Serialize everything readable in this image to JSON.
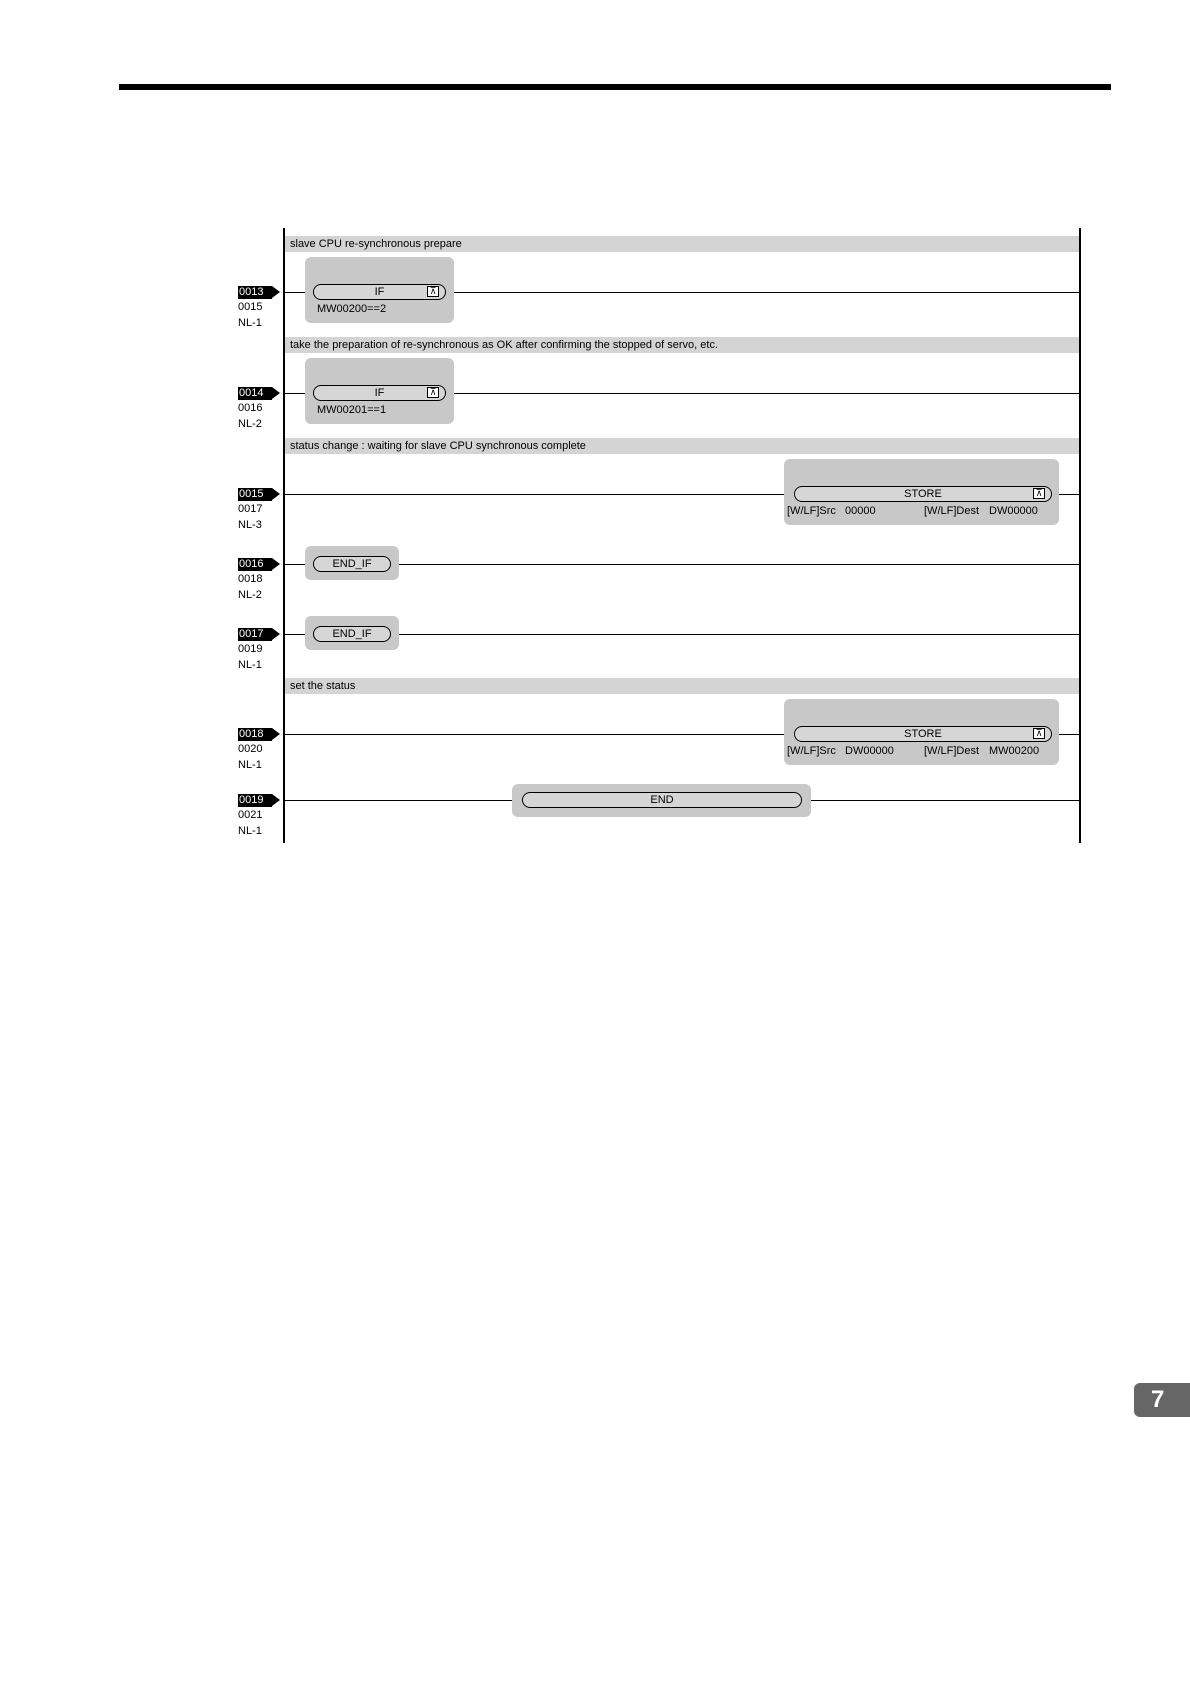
{
  "chapter_number": "7",
  "icons": {
    "step_arrow": "arrow-marker",
    "block_toggle": "expand-icon"
  },
  "rungs": {
    "c1": "slave CPU re-synchronous prepare",
    "s13": {
      "step": "0013",
      "line": "0015",
      "nl": "NL-1",
      "instr": "IF",
      "cond": "MW00200==2"
    },
    "c2": "take the preparation of re-synchronous as OK after confirming the stopped of servo, etc.",
    "s14": {
      "step": "0014",
      "line": "0016",
      "nl": "NL-2",
      "instr": "IF",
      "cond": "MW00201==1"
    },
    "c3": "status change : waiting for slave CPU synchronous complete",
    "s15": {
      "step": "0015",
      "line": "0017",
      "nl": "NL-3",
      "instr": "STORE",
      "src_label": "[W/LF]Src",
      "src": "00000",
      "dest_label": "[W/LF]Dest",
      "dest": "DW00000"
    },
    "s16": {
      "step": "0016",
      "line": "0018",
      "nl": "NL-2",
      "instr": "END_IF"
    },
    "s17": {
      "step": "0017",
      "line": "0019",
      "nl": "NL-1",
      "instr": "END_IF"
    },
    "c4": "set the status",
    "s18": {
      "step": "0018",
      "line": "0020",
      "nl": "NL-1",
      "instr": "STORE",
      "src_label": "[W/LF]Src",
      "src": "DW00000",
      "dest_label": "[W/LF]Dest",
      "dest": "MW00200"
    },
    "s19": {
      "step": "0019",
      "line": "0021",
      "nl": "NL-1",
      "instr": "END"
    }
  }
}
